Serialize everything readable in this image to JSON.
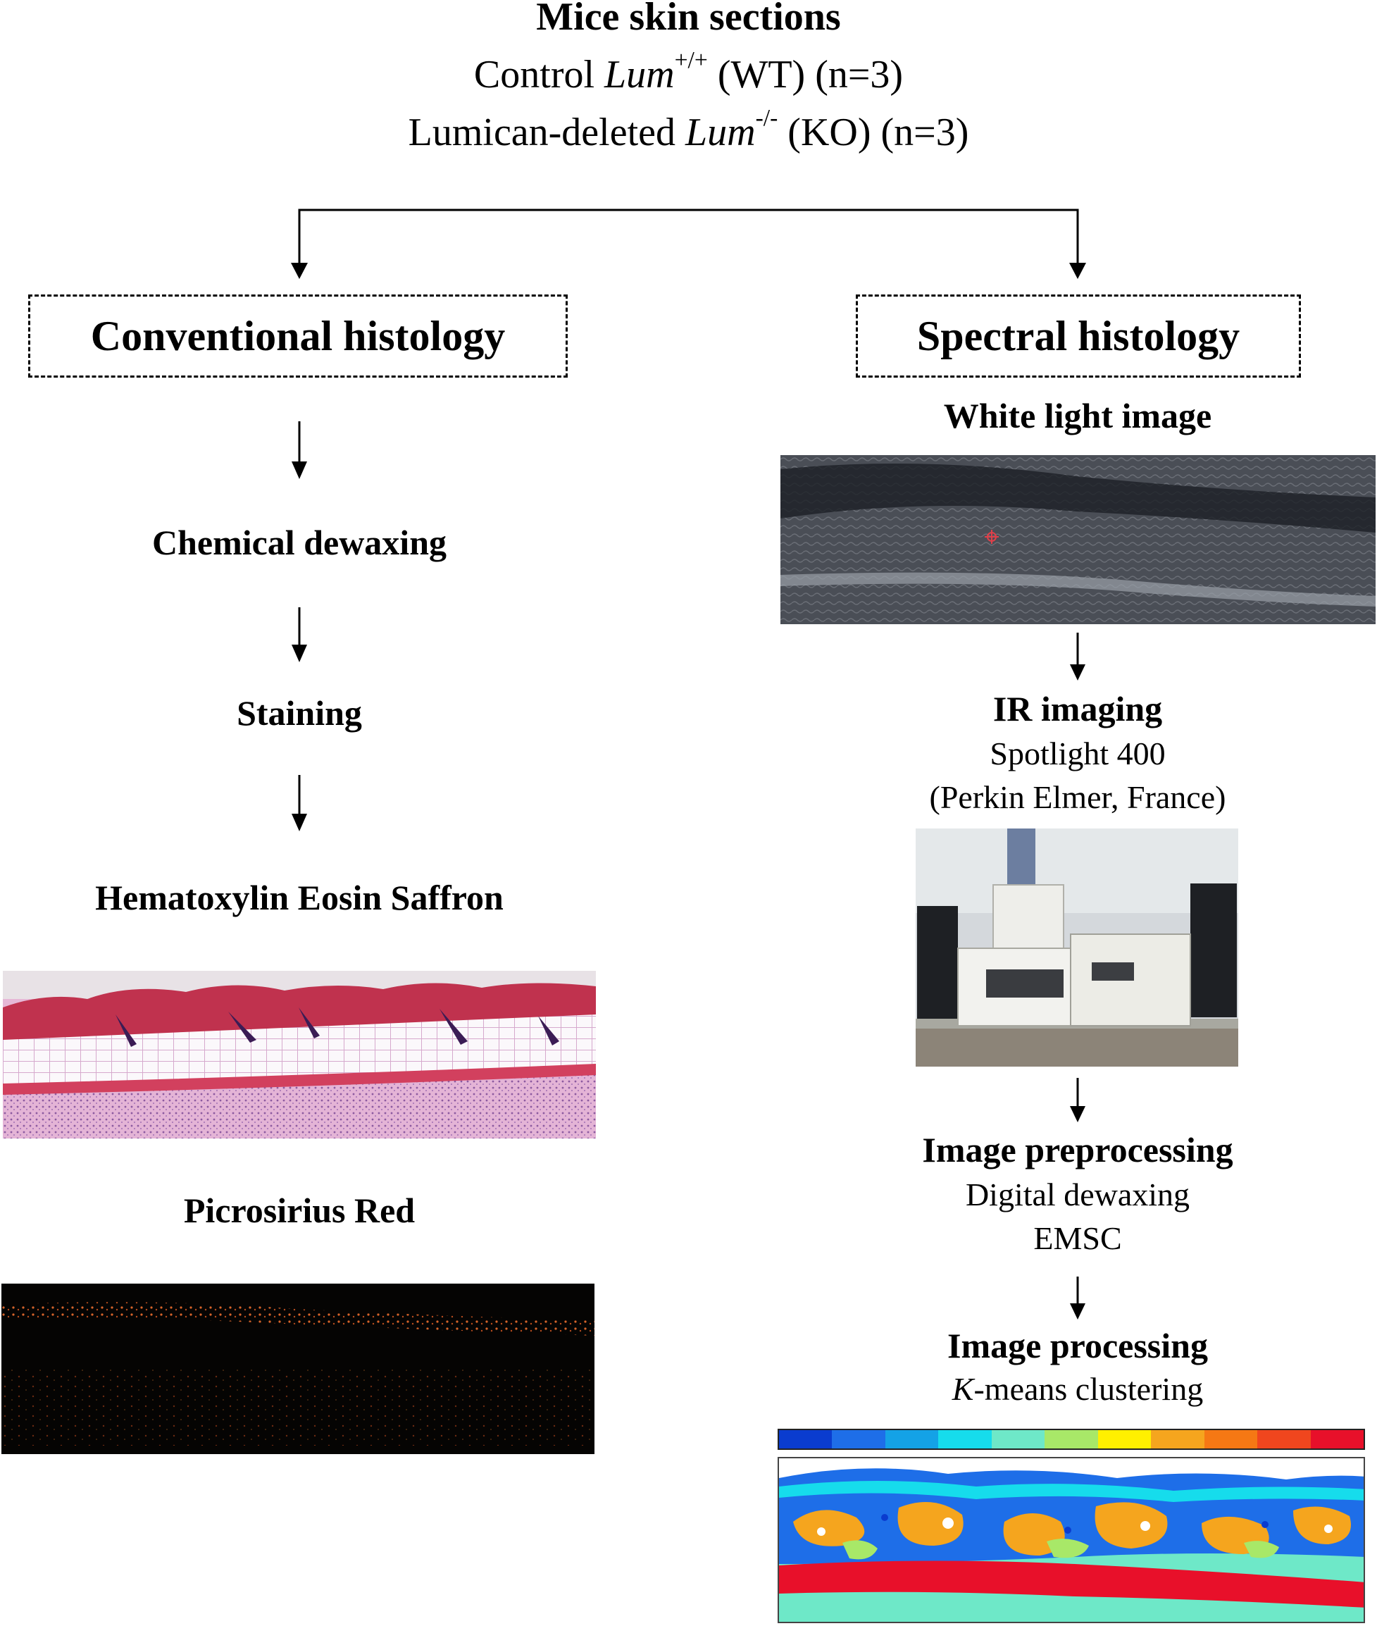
{
  "header": {
    "title": "Mice skin sections",
    "wt": {
      "prefix": "Control ",
      "gene": "Lum",
      "sup": "+/+",
      "suffix": " (WT) (n=3)"
    },
    "ko": {
      "prefix": "Lumican-deleted ",
      "gene": "Lum",
      "sup": "-/-",
      "suffix": " (KO) (n=3)"
    }
  },
  "left": {
    "box_title": "Conventional histology",
    "steps": [
      "Chemical dewaxing",
      "Staining"
    ],
    "stains": [
      "Hematoxylin Eosin Saffron",
      "Picrosirius Red"
    ]
  },
  "right": {
    "box_title": "Spectral histology",
    "white_light": "White light image",
    "ir": {
      "title": "IR imaging",
      "line1": "Spotlight 400",
      "line2": "(Perkin Elmer, France)"
    },
    "preproc": {
      "title": "Image preprocessing",
      "line1": "Digital dewaxing",
      "line2": "EMSC"
    },
    "proc": {
      "title": "Image processing",
      "k": "K",
      "rest": "-means clustering"
    }
  },
  "colors": {
    "cluster_palette": [
      "#0a3ccf",
      "#1e6ee8",
      "#14a2e6",
      "#16dcec",
      "#6ee8c8",
      "#a8e868",
      "#fff000",
      "#f5a51e",
      "#f57814",
      "#f0461e",
      "#e8102a"
    ]
  }
}
